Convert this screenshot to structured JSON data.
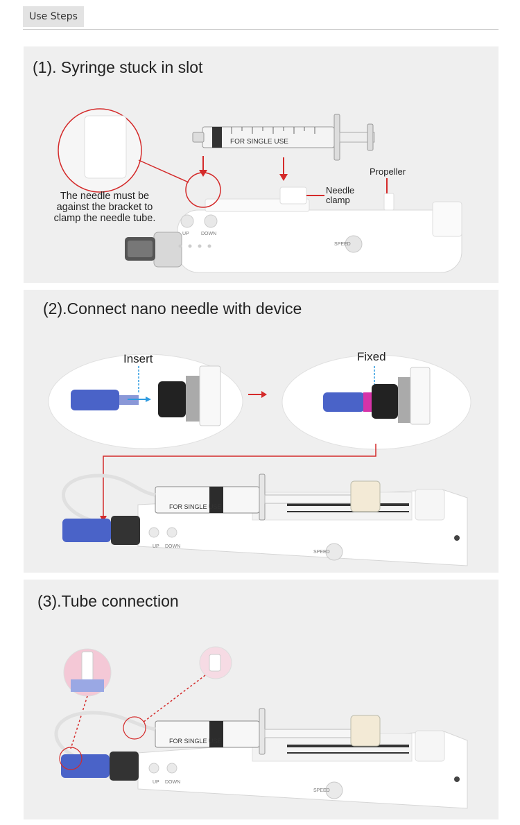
{
  "header": {
    "tab_label": "Use Steps"
  },
  "steps": [
    {
      "title": "(1). Syringe stuck in slot",
      "note": "The needle must be against the bracket to clamp the needle tube.",
      "labels": {
        "needle_clamp": "Needle clamp",
        "propeller": "Propeller",
        "syringe_print": "FOR SINGLE USE"
      },
      "buttons": {
        "up": "UP",
        "down": "DOWN",
        "speed": "SPEED"
      }
    },
    {
      "title": "(2).Connect nano needle with device",
      "labels": {
        "insert": "Insert",
        "fixed": "Fixed",
        "syringe_print": "FOR SINGLE USE"
      },
      "buttons": {
        "up": "UP",
        "down": "DOWN",
        "speed": "SPEED"
      }
    },
    {
      "title": "(3).Tube connection",
      "labels": {
        "syringe_print": "FOR SINGLE USE"
      },
      "buttons": {
        "up": "UP",
        "down": "DOWN",
        "speed": "SPEED"
      }
    }
  ],
  "colors": {
    "accent": "#d42a2a",
    "blue_needle": "#4a63c8",
    "panel_bg": "#efefef"
  }
}
